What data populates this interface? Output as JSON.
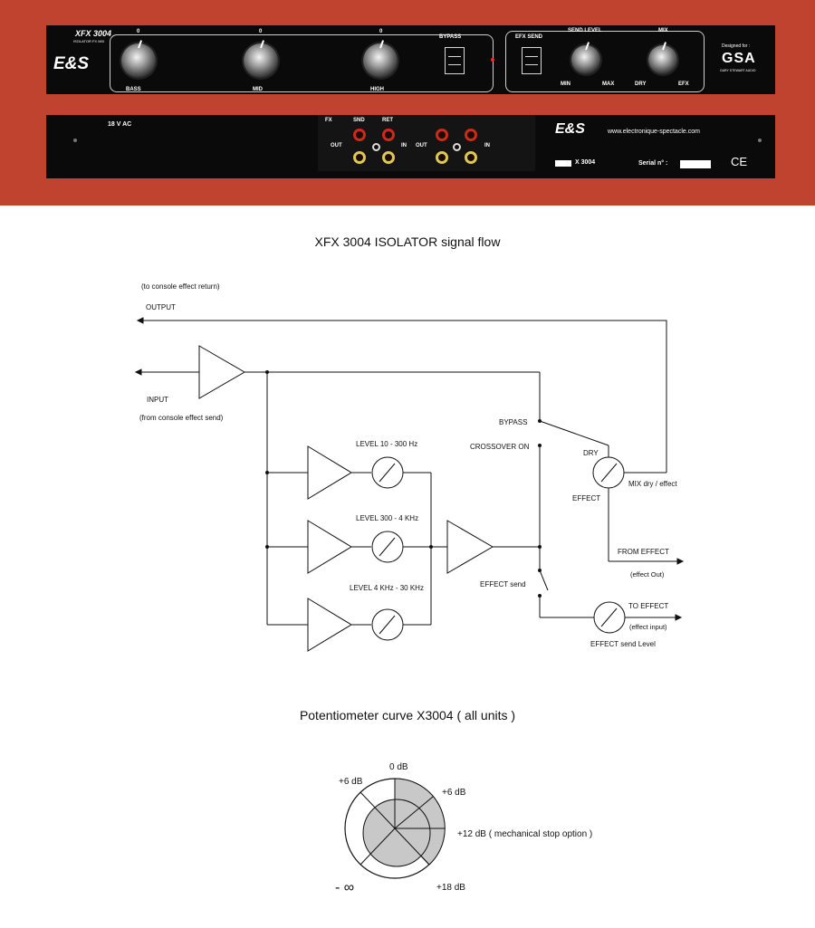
{
  "front_panel": {
    "model": "XFX 3004",
    "subtitle": "ISOLATOR FX MIX",
    "brand": "E&S",
    "knob_zero": "0",
    "bass": "BASS",
    "mid": "MID",
    "high": "HIGH",
    "bypass": "BYPASS",
    "efx_send": "EFX SEND",
    "send_level": "SEND LEVEL",
    "mix": "MIX",
    "min": "MIN",
    "max": "MAX",
    "dry": "DRY",
    "efx": "EFX",
    "designed_for": "Designed for :",
    "gsa_logo": "GSA",
    "gsa_text": "GARY STEWART AUDIO"
  },
  "rear_panel": {
    "power": "18 V AC",
    "fx": "FX",
    "snd": "SND",
    "ret": "RET",
    "out1": "OUT",
    "in1": "IN",
    "out2": "OUT",
    "in2": "IN",
    "brand": "E&S",
    "website": "www.electronique-spectacle.com",
    "model": "X 3004",
    "serial": "Serial n° :",
    "ce": "CE"
  },
  "signal_flow": {
    "title": "XFX 3004   ISOLATOR    signal flow",
    "to_console": "(to console effect return)",
    "output": "OUTPUT",
    "input": "INPUT",
    "from_console": "(from console effect send)",
    "level_low": "LEVEL 10 - 300 Hz",
    "level_mid": "LEVEL 300 - 4 KHz",
    "level_high": "LEVEL 4 KHz - 30 KHz",
    "bypass": "BYPASS",
    "crossover_on": "CROSSOVER ON",
    "dry": "DRY",
    "effect": "EFFECT",
    "mix": "MIX dry / effect",
    "from_effect": "FROM EFFECT",
    "effect_out": "(effect Out)",
    "effect_send": "EFFECT send",
    "to_effect": "TO EFFECT",
    "effect_input": "(effect input)",
    "effect_send_level": "EFFECT send Level"
  },
  "pot_curve": {
    "title": "Potentiometer curve  X3004   ( all units )",
    "zero_db": "0 dB",
    "plus6_left": "+6 dB",
    "plus6_right": "+6 dB",
    "plus12": "+12 dB  ( mechanical stop option )",
    "plus18": "+18 dB",
    "minus_inf": "- ∞"
  },
  "colors": {
    "background_band": "#c0432f",
    "panel": "#0a0a0a",
    "pot_fill": "#c8c8c8"
  }
}
